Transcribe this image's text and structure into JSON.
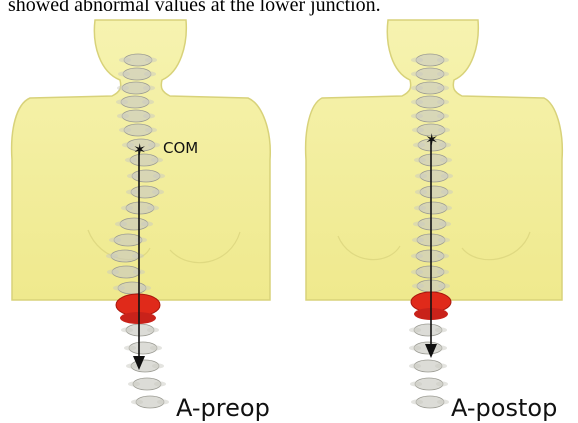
{
  "caption_fragment": "showed abnormal values at the lower junction.",
  "com_label": "COM",
  "panels": [
    {
      "label": "A-preop"
    },
    {
      "label": "A-postop"
    }
  ],
  "colors": {
    "torso": "#f3ef9c",
    "torso_stroke": "#d9d47a",
    "spine": "#b8b8b0",
    "highlight_vertebra": "#e02a1a",
    "arrow": "#111111"
  }
}
